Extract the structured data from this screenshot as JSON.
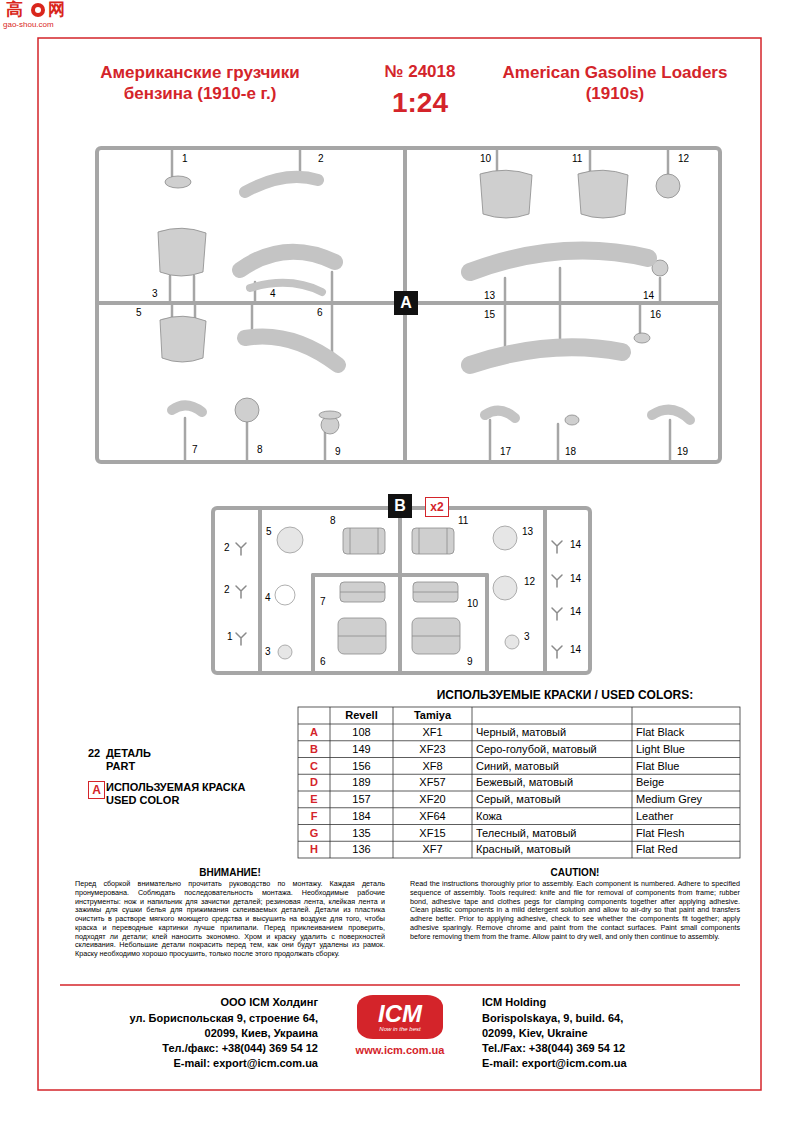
{
  "diagram": {
    "nodes": [
      {
        "text": [
          "A"
        ]
      },
      {
        "text": [
          "B"
        ]
      },
      {
        "text": [
          "x2"
        ]
      },
      {
        "text": [
          "A"
        ]
      },
      {
        "text": [
          "ICM",
          "Now in the best"
        ]
      }
    ],
    "labels": [
      "高",
      "网",
      "gao-shou.com",
      "Американские грузчики бензина (1910-е г.)",
      "№ 24018",
      "1:24",
      "American Gasoline Loaders (1910s)",
      "1",
      "2",
      "10",
      "11",
      "12",
      "3",
      "4",
      "13",
      "14",
      "5",
      "6",
      "15",
      "16",
      "7",
      "8",
      "9",
      "17",
      "18",
      "19",
      "8",
      "11",
      "5",
      "13",
      "2",
      "14",
      "4",
      "7",
      "10",
      "12",
      "14",
      "2",
      "1",
      "3",
      "3",
      "14",
      "6",
      "9",
      "14",
      "22",
      "ДЕТАЛЬ PART",
      "ИСПОЛЬЗУЕМАЯ КРАСКА USED COLOR",
      "ИСПОЛЬЗУЕМЫЕ КРАСКИ / USED COLORS:",
      "Revell",
      "Tamiya",
      "A",
      "108",
      "XF1",
      "Черный, матовый",
      "Flat Black",
      "B",
      "149",
      "XF23",
      "Серо-голубой, матовый",
      "Light Blue",
      "C",
      "156",
      "XF8",
      "Синий, матовый",
      "Flat Blue",
      "D",
      "189",
      "XF57",
      "Бежевый, матовый",
      "Beige",
      "E",
      "157",
      "XF20",
      "Серый, матовый",
      "Medium Grey",
      "F",
      "184",
      "XF64",
      "Кожа",
      "Leather",
      "G",
      "135",
      "XF15",
      "Телесный, матовый",
      "Flat Flesh",
      "H",
      "136",
      "XF7",
      "Красный, матовый",
      "Flat Red",
      "ВНИМАНИЕ!",
      "Перед сборкой внимательно прочитать руководство по монтажу. Каждая деталь пронумерована. Соблюдать последовательность монтажа. Необходимые рабочие инструменты: нож и напильник для зачистки деталей; резиновая лента, клейкая лента и зажимы для сушки белья для прижимания склеиваемых деталей. Детали из пластика очистить в растворе мягкого моющего средства и высушить на воздухе для того, чтобы краска и переводные картинки лучше прилипали. Перед приклеиванием проверить, подходят ли детали; клей наносить экономно. Хром и краску удалить с поверхностей склеивания. Небольшие детали покрасить перед тем, как они будут удалены из рамок. Краску необходимо хорошо просушить, только после этого продолжать сборку.",
      "CAUTION!",
      "Read the instructions thoroughly prior to assembly. Each component is numbered. Adhere to specified sequence of assembly. Tools required: knife and file for removal of components from frame; rubber bond, adhesive tape and clothes pegs for clamping components together after applying adhesive. Clean plastic components in a mild detergent solution and allow to air-dry so that paint and transfers adhere better. Prior to applying adhesive, check to see whether the components fit together; apply adhesive sparingly. Remove chrome and paint from the contact surfaces. Paint small components before removing them from the frame. Allow paint to dry well, and only then continue to assembly.",
      "ООО ICM Холдинг",
      "ул. Бориспольская 9, строение 64,",
      "02099, Киев, Украина",
      "Тел./факс: +38(044) 369 54 12",
      "E-mail: export@icm.com.ua",
      "ICM Holding",
      "Borispolskaya, 9, build. 64,",
      "02099, Kiev, Ukraine",
      "Tel./Fax: +38(044) 369 54 12",
      "E-mail: export@icm.com.ua",
      "www.icm.com.ua"
    ]
  }
}
